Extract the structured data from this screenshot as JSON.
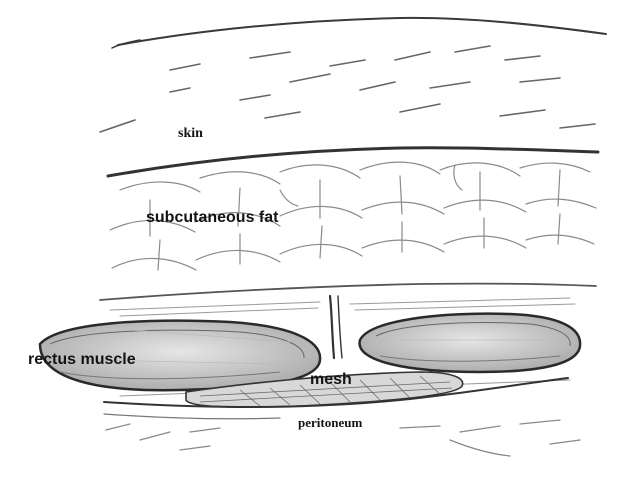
{
  "labels": {
    "skin": "skin",
    "fat": "subcutaneous fat",
    "rectus": "rectus muscle",
    "mesh": "mesh",
    "peritoneum": "peritoneum"
  },
  "colors": {
    "ink": "#2a2a2a",
    "light_ink": "#8a8a8a",
    "muscle_fill": "#cfcfcf",
    "mesh_fill": "#d8d8d8"
  }
}
